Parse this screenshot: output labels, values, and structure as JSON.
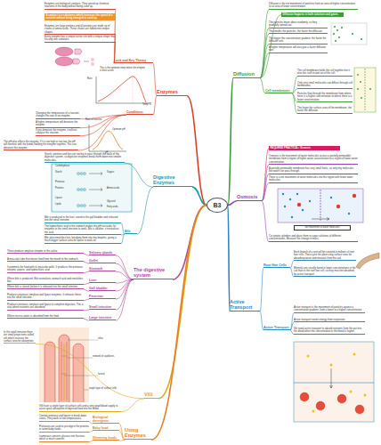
{
  "diagram": {
    "nodes": [
      {
        "text": [
          "B3"
        ]
      },
      {
        "text": [
          "Enzymes"
        ]
      },
      {
        "text": [
          "Lock and Key Theory"
        ]
      },
      {
        "text": [
          "Enzymes are biological catalysts. They speed up chemical reactions in the body without being used up."
        ]
      },
      {
        "text": [
          "A catalyst is a substance which increases the speed of a reaction without being changed or used up."
        ]
      },
      {
        "text": [
          "Enzymes are large proteins and all proteins are made up of chains of amino acids. These chains are folded into unique shapes."
        ]
      },
      {
        "text": [
          "Every enzyme has a unique active site with a unique shape that fits only one substrate."
        ]
      },
      {
        "text": [
          "Conditions"
        ]
      },
      {
        "text": [
          "Changing the temperature of a reaction changes the rate of an enzyme."
        ]
      },
      {
        "text": [
          "A higher temperature will denature the enzyme."
        ]
      },
      {
        "text": [
          "If you denature the enzyme, it will not catalyse the reaction."
        ]
      },
      {
        "text": [
          "The pH also affects the enzyme. If it is too high or too low, the pH will interfere with the bonds holding the enzyme together. This can denature the enzyme."
        ]
      },
      {
        "text": [
          "Digestive Enzymes"
        ]
      },
      {
        "text": [
          "Starch, proteins and fats are too big to pass through the walls of the digestive system, so digestive enzymes break them down into smaller molecules."
        ]
      },
      {
        "text": [
          "Bile"
        ]
      },
      {
        "text": [
          "Bile is produced in the liver, stored in the gall bladder and released into the small intestine."
        ]
      },
      {
        "text": [
          "The hydrochloric acid in the stomach makes the pH too acidic for enzymes in the small intestine to work. Bile is alkaline, it neutralises the acid."
        ]
      },
      {
        "text": [
          "Bile also emulsifies fats, breaking them into tiny droplets, giving a much bigger surface area for lipase to work on."
        ]
      },
      {
        "text": [
          "The digestive system"
        ]
      },
      {
        "text": [
          "Salivary glands"
        ]
      },
      {
        "text": [
          "These produce amylase enzyme in the saliva."
        ]
      },
      {
        "text": [
          "Gullet"
        ]
      },
      {
        "text": [
          "A muscular tube that moves food from the mouth to the stomach."
        ]
      },
      {
        "text": [
          "Stomach"
        ]
      },
      {
        "text": [
          "It pummels the food with its muscular walls. It produces the protease enzyme, pepsin, and hydrochloric acid."
        ]
      },
      {
        "text": [
          "Liver"
        ]
      },
      {
        "text": [
          "Where bile is produced. Bile neutralises stomach acid and emulsifies fats."
        ]
      },
      {
        "text": [
          "Gall bladder"
        ]
      },
      {
        "text": [
          "Where bile is stored, before it is released into the small intestine."
        ]
      },
      {
        "text": [
          "Pancreas"
        ]
      },
      {
        "text": [
          "Produces protease, amylase and lipase enzymes. It releases these into the small intestine."
        ]
      },
      {
        "text": [
          "Small intestine"
        ]
      },
      {
        "text": [
          "Produces protease, amylase and lipase to complete digestion. This is also where nutrients are absorbed."
        ]
      },
      {
        "text": [
          "Large intestine"
        ]
      },
      {
        "text": [
          "Where excess water is absorbed from the food."
        ]
      },
      {
        "text": [
          "Villi"
        ]
      },
      {
        "text": [
          "In the small intestine there are small projections called villi which increase the surface area for absorption."
        ]
      },
      {
        "text": [
          "Villi have a single layer of surface cells and a very good blood supply to assist quick absorption of digested food into the blood."
        ]
      },
      {
        "text": [
          "Using Enzymes"
        ]
      },
      {
        "text": [
          "Biological detergents"
        ]
      },
      {
        "text": [
          "Contain protease and lipase to break down stains. They work at low temperatures."
        ]
      },
      {
        "text": [
          "Baby food"
        ]
      },
      {
        "text": [
          "Proteases are used to pre-digest the proteins in some baby foods."
        ]
      },
      {
        "text": [
          "Slimming foods"
        ]
      },
      {
        "text": [
          "Isomerase converts glucose into fructose, which is much sweeter."
        ]
      },
      {
        "text": [
          "Diffusion"
        ]
      },
      {
        "text": [
          "Diffusion is the net movement of particles from an area of higher concentration to an area of lower concentration."
        ]
      },
      {
        "text": [
          "Diffusion happens in both solutions and gases."
        ]
      },
      {
        "text": [
          "The particles move about randomly, so they gradually spread out."
        ]
      },
      {
        "text": [
          "The smaller the particles, the faster the diffusion."
        ]
      },
      {
        "text": [
          "The bigger the concentration gradient, the faster the diffusion rate."
        ]
      },
      {
        "text": [
          "A higher temperature will also give a faster diffusion rate."
        ]
      },
      {
        "text": [
          "Cell membranes"
        ]
      },
      {
        "text": [
          "The cell membrane holds the cell together but it also lets stuff in and out of the cell."
        ]
      },
      {
        "text": [
          "Only very small molecules can diffuse through cell membranes."
        ]
      },
      {
        "text": [
          "Particles flow through the membrane from where there is a higher concentration to where there is a lower concentration."
        ]
      },
      {
        "text": [
          "The larger the surface area of the membrane, the faster the diffusion."
        ]
      },
      {
        "text": [
          "Osmosis"
        ]
      },
      {
        "text": [
          "REQUIRED PRACTICAL: Osmosis"
        ]
      },
      {
        "text": [
          "Osmosis is the movement of water molecules across a partially permeable membrane from a region of higher water concentration to a region of lower water concentration."
        ]
      },
      {
        "text": [
          "A partially permeable membrane has very small holes, so only tiny molecules like water can pass through."
        ]
      },
      {
        "text": [
          "There is a net movement of water molecules into the region with fewer water molecules."
        ]
      },
      {
        "text": [
          "Cut potato cylinders and place them in sugar solutions of different concentrations. Measure the change in mass."
        ]
      },
      {
        "text": [
          "Active Transport"
        ]
      },
      {
        "text": [
          "Root Hair Cells"
        ]
      },
      {
        "text": [
          "Each branch of a root will be covered in millions of root hair cells. These give the plant a big surface area for absorbing water and minerals from the soil."
        ]
      },
      {
        "text": [
          "Minerals are usually found in lower concentrations in the soil than in the root hair cell, so they must be absorbed by active transport."
        ]
      },
      {
        "text": [
          "Active Transport"
        ]
      },
      {
        "text": [
          "Active transport is the movement of particles against a concentration gradient, from a lower to a higher concentration."
        ]
      },
      {
        "text": [
          "Active transport needs energy from respiration."
        ]
      },
      {
        "text": [
          "We need active transport to absorb nutrients from the gut into the blood when the concentration in the blood is higher."
        ]
      }
    ],
    "edges": [
      {
        "from": 0,
        "to": 1,
        "arrow": "none"
      },
      {
        "from": 1,
        "to": 2,
        "arrow": "none"
      },
      {
        "from": 2,
        "to": 3,
        "arrow": "none"
      },
      {
        "from": 2,
        "to": 4,
        "arrow": "none"
      },
      {
        "from": 2,
        "to": 5,
        "arrow": "none"
      },
      {
        "from": 2,
        "to": 6,
        "arrow": "none"
      },
      {
        "from": 1,
        "to": 7,
        "arrow": "none"
      },
      {
        "from": 7,
        "to": 8,
        "arrow": "none"
      },
      {
        "from": 7,
        "to": 9,
        "arrow": "none"
      },
      {
        "from": 7,
        "to": 10,
        "arrow": "none"
      },
      {
        "from": 7,
        "to": 11,
        "arrow": "none"
      },
      {
        "from": 0,
        "to": 12,
        "arrow": "none"
      },
      {
        "from": 12,
        "to": 13,
        "arrow": "none"
      },
      {
        "from": 12,
        "to": 14,
        "arrow": "none"
      },
      {
        "from": 14,
        "to": 15,
        "arrow": "none"
      },
      {
        "from": 14,
        "to": 16,
        "arrow": "none"
      },
      {
        "from": 14,
        "to": 17,
        "arrow": "none"
      },
      {
        "from": 0,
        "to": 18,
        "arrow": "none"
      },
      {
        "from": 18,
        "to": 19,
        "arrow": "none"
      },
      {
        "from": 19,
        "to": 20,
        "arrow": "none"
      },
      {
        "from": 18,
        "to": 21,
        "arrow": "none"
      },
      {
        "from": 21,
        "to": 22,
        "arrow": "none"
      },
      {
        "from": 18,
        "to": 23,
        "arrow": "none"
      },
      {
        "from": 23,
        "to": 24,
        "arrow": "none"
      },
      {
        "from": 18,
        "to": 25,
        "arrow": "none"
      },
      {
        "from": 25,
        "to": 26,
        "arrow": "none"
      },
      {
        "from": 18,
        "to": 27,
        "arrow": "none"
      },
      {
        "from": 27,
        "to": 28,
        "arrow": "none"
      },
      {
        "from": 18,
        "to": 29,
        "arrow": "none"
      },
      {
        "from": 29,
        "to": 30,
        "arrow": "none"
      },
      {
        "from": 18,
        "to": 31,
        "arrow": "none"
      },
      {
        "from": 31,
        "to": 32,
        "arrow": "none"
      },
      {
        "from": 18,
        "to": 33,
        "arrow": "none"
      },
      {
        "from": 33,
        "to": 34,
        "arrow": "none"
      },
      {
        "from": 0,
        "to": 35,
        "arrow": "none"
      },
      {
        "from": 35,
        "to": 36,
        "arrow": "none"
      },
      {
        "from": 35,
        "to": 37,
        "arrow": "none"
      },
      {
        "from": 0,
        "to": 38,
        "arrow": "none"
      },
      {
        "from": 38,
        "to": 39,
        "arrow": "none"
      },
      {
        "from": 39,
        "to": 40,
        "arrow": "none"
      },
      {
        "from": 38,
        "to": 41,
        "arrow": "none"
      },
      {
        "from": 41,
        "to": 42,
        "arrow": "none"
      },
      {
        "from": 38,
        "to": 43,
        "arrow": "none"
      },
      {
        "from": 43,
        "to": 44,
        "arrow": "none"
      },
      {
        "from": 0,
        "to": 45,
        "arrow": "none"
      },
      {
        "from": 45,
        "to": 46,
        "arrow": "none"
      },
      {
        "from": 45,
        "to": 47,
        "arrow": "none"
      },
      {
        "from": 45,
        "to": 48,
        "arrow": "none"
      },
      {
        "from": 45,
        "to": 49,
        "arrow": "none"
      },
      {
        "from": 45,
        "to": 50,
        "arrow": "none"
      },
      {
        "from": 45,
        "to": 51,
        "arrow": "none"
      },
      {
        "from": 45,
        "to": 52,
        "arrow": "none"
      },
      {
        "from": 52,
        "to": 53,
        "arrow": "none"
      },
      {
        "from": 52,
        "to": 54,
        "arrow": "none"
      },
      {
        "from": 52,
        "to": 55,
        "arrow": "none"
      },
      {
        "from": 52,
        "to": 56,
        "arrow": "none"
      },
      {
        "from": 0,
        "to": 57,
        "arrow": "none"
      },
      {
        "from": 57,
        "to": 58,
        "arrow": "none"
      },
      {
        "from": 57,
        "to": 59,
        "arrow": "none"
      },
      {
        "from": 57,
        "to": 60,
        "arrow": "none"
      },
      {
        "from": 57,
        "to": 61,
        "arrow": "none"
      },
      {
        "from": 57,
        "to": 62,
        "arrow": "none"
      },
      {
        "from": 0,
        "to": 63,
        "arrow": "none"
      },
      {
        "from": 63,
        "to": 64,
        "arrow": "none"
      },
      {
        "from": 64,
        "to": 65,
        "arrow": "none"
      },
      {
        "from": 64,
        "to": 66,
        "arrow": "none"
      },
      {
        "from": 63,
        "to": 67,
        "arrow": "none"
      },
      {
        "from": 67,
        "to": 68,
        "arrow": "none"
      },
      {
        "from": 67,
        "to": 69,
        "arrow": "none"
      },
      {
        "from": 67,
        "to": 70,
        "arrow": "none"
      }
    ],
    "labels": [
      "This is the optimum temp where the enzyme is most active",
      "Rate",
      "Temp °C",
      "Rate of reaction",
      "pH",
      "Optimum pH",
      "Carbohydrase",
      "Starch",
      "Sugars",
      "Protease",
      "Proteins",
      "Amino acids",
      "Lipase",
      "Lipids",
      "Glycerol",
      "Fatty acids",
      "villus",
      "network of capillaries",
      "lacteal",
      "single layer of surface cells",
      "Net movement of water molecules"
    ]
  }
}
